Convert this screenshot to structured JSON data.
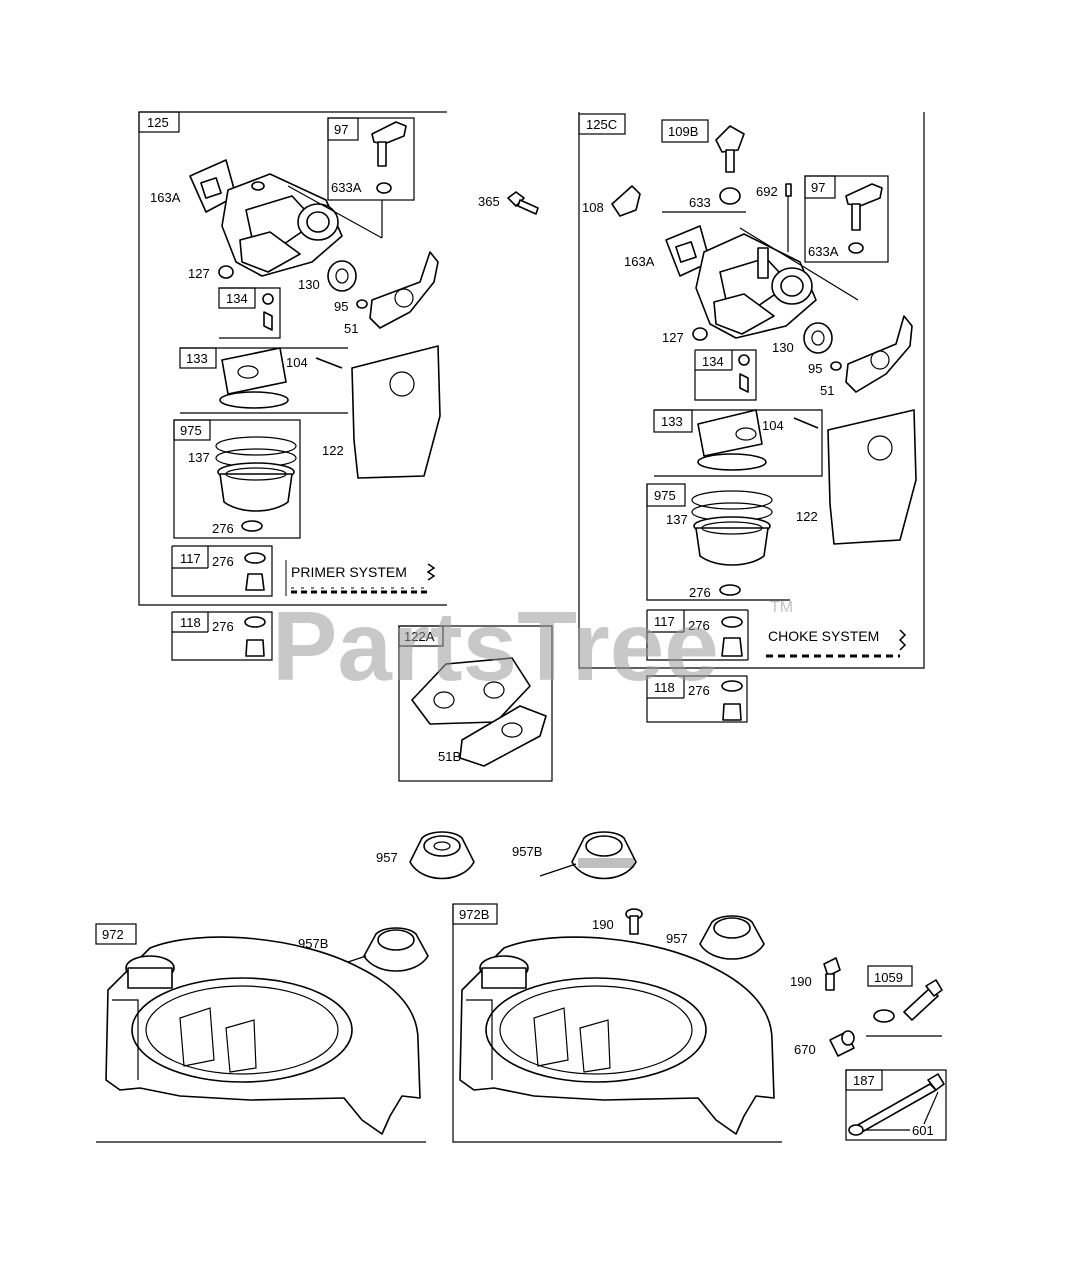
{
  "assemblies": {
    "a125": "125",
    "a125C": "125C",
    "a122A": "122A",
    "a972": "972",
    "a972B": "972B",
    "a1059": "1059",
    "a187": "187"
  },
  "left": {
    "k97": "97",
    "k633A": "633A",
    "k163A": "163A",
    "k127": "127",
    "k130": "130",
    "k134": "134",
    "k95": "95",
    "k51": "51",
    "k133": "133",
    "k104": "104",
    "k122": "122",
    "k975": "975",
    "k137": "137",
    "k276a": "276",
    "k117": "117",
    "k276b": "276",
    "k118": "118",
    "k276c": "276"
  },
  "middle": {
    "k365": "365",
    "k51B": "51B"
  },
  "right": {
    "k109B": "109B",
    "k108": "108",
    "k633": "633",
    "k692": "692",
    "k97": "97",
    "k633A": "633A",
    "k163A": "163A",
    "k127": "127",
    "k134": "134",
    "k130": "130",
    "k95": "95",
    "k51": "51",
    "k133": "133",
    "k104": "104",
    "k122": "122",
    "k975": "975",
    "k137": "137",
    "k276a": "276",
    "k117": "117",
    "k276b": "276",
    "k118": "118",
    "k276c": "276"
  },
  "bottom": {
    "k957a": "957",
    "k957Ba": "957B",
    "k957Bb": "957B",
    "k190a": "190",
    "k957b": "957",
    "k190b": "190",
    "k670": "670",
    "k601": "601"
  },
  "systems": {
    "primer": "PRIMER SYSTEM",
    "choke": "CHOKE SYSTEM"
  },
  "watermark": {
    "text": "PartsTree",
    "trademark": "TM"
  }
}
